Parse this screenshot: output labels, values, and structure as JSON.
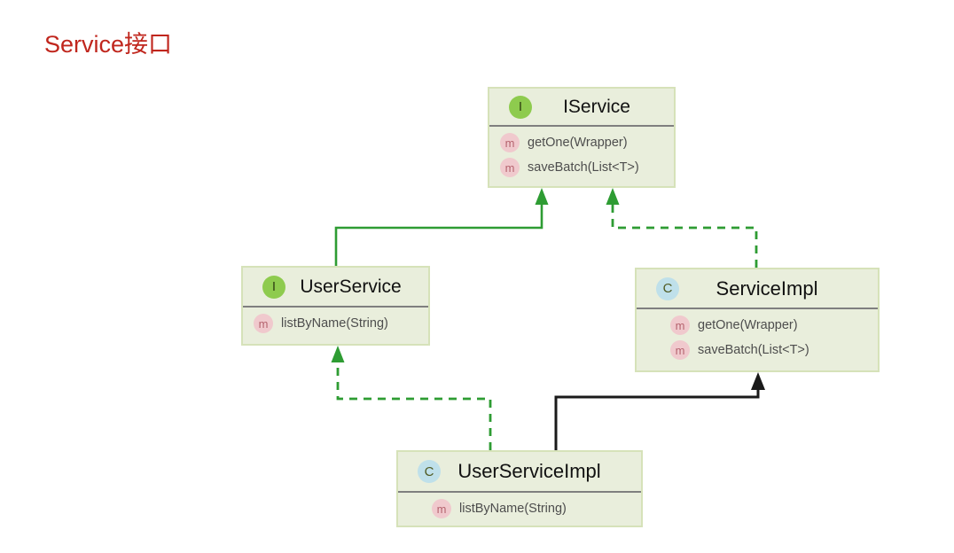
{
  "page": {
    "title": "Service接口",
    "title_color": "#c0261d",
    "background": "#ffffff"
  },
  "theme": {
    "box_fill": "#e9eedc",
    "box_border": "#d6e2b9",
    "divider": "#7f7f7f",
    "interface_badge": "#8ecb4e",
    "class_badge": "#bfe0ea",
    "method_badge": "#f0c9cd",
    "inheritance_green": "#2e9c33",
    "inheritance_black": "#1a1a1a",
    "member_text": "#4d4d4d",
    "title_text": "#111111"
  },
  "diagram": {
    "type": "uml-class-diagram",
    "classes": [
      {
        "id": "iservice",
        "name": "IService",
        "stereotype": "interface",
        "badge": "I",
        "members": [
          {
            "icon": "m",
            "label": "getOne(Wrapper)"
          },
          {
            "icon": "m",
            "label": "saveBatch(List<T>)"
          }
        ]
      },
      {
        "id": "userservice",
        "name": "UserService",
        "stereotype": "interface",
        "badge": "I",
        "members": [
          {
            "icon": "m",
            "label": "listByName(String)"
          }
        ]
      },
      {
        "id": "serviceimpl",
        "name": "ServiceImpl",
        "stereotype": "class",
        "badge": "C",
        "members": [
          {
            "icon": "m",
            "label": "getOne(Wrapper)"
          },
          {
            "icon": "m",
            "label": "saveBatch(List<T>)"
          }
        ]
      },
      {
        "id": "userserviceimpl",
        "name": "UserServiceImpl",
        "stereotype": "class",
        "badge": "C",
        "members": [
          {
            "icon": "m",
            "label": "listByName(String)"
          }
        ]
      }
    ],
    "relations": [
      {
        "from": "userservice",
        "to": "iservice",
        "kind": "extends",
        "style": "solid",
        "color": "#2e9c33"
      },
      {
        "from": "serviceimpl",
        "to": "iservice",
        "kind": "implements",
        "style": "dashed",
        "color": "#2e9c33"
      },
      {
        "from": "userserviceimpl",
        "to": "userservice",
        "kind": "implements",
        "style": "dashed",
        "color": "#2e9c33"
      },
      {
        "from": "userserviceimpl",
        "to": "serviceimpl",
        "kind": "extends",
        "style": "solid",
        "color": "#1a1a1a"
      }
    ]
  }
}
